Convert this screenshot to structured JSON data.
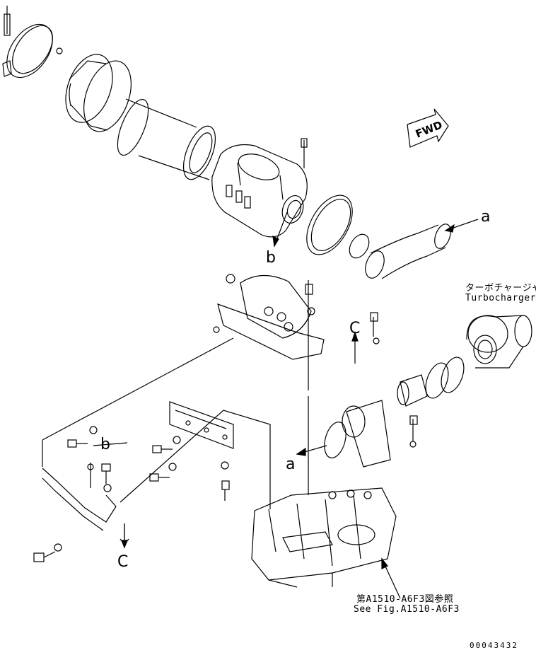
{
  "direction_badge": {
    "label": "FWD"
  },
  "callouts": {
    "a_upper": "a",
    "a_lower": "a",
    "b_upper": "b",
    "b_lower": "b",
    "c_upper": "C",
    "c_lower": "C"
  },
  "turbocharger": {
    "label_jp": "ターボチャージャ",
    "label_en": "Turbocharger"
  },
  "reference": {
    "label_jp": "第A1510-A6F3図参照",
    "label_en": "See Fig.A1510-A6F3"
  },
  "drawing_code": "00043432"
}
